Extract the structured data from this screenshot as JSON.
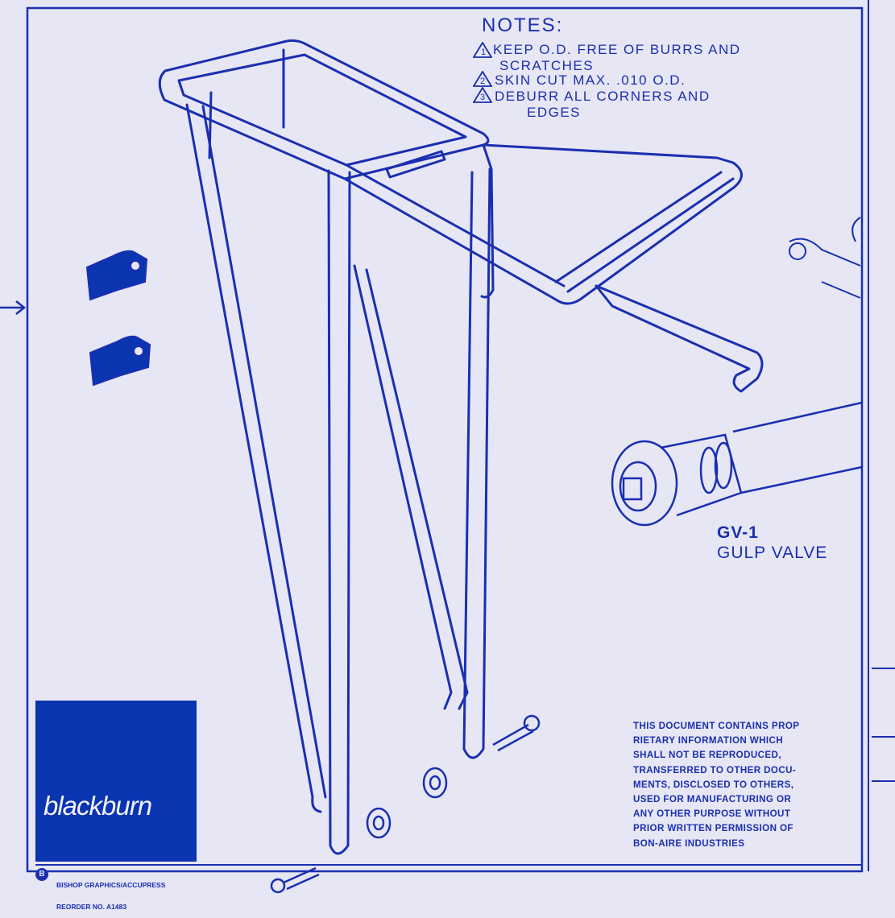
{
  "notes": {
    "title": "NOTES:",
    "items": [
      {
        "marker": "1",
        "lines": [
          "KEEP O.D. FREE OF BURRS AND",
          "SCRATCHES"
        ]
      },
      {
        "marker": "2",
        "lines": [
          "SKIN CUT MAX. .010 O.D."
        ]
      },
      {
        "marker": "3",
        "lines": [
          "DEBURR ALL CORNERS AND",
          "EDGES"
        ]
      }
    ]
  },
  "valve": {
    "code": "GV-1",
    "name": "GULP VALVE"
  },
  "legal": {
    "lines": [
      "THIS DOCUMENT CONTAINS PROP",
      "RIETARY INFORMATION WHICH",
      "SHALL NOT BE REPRODUCED,",
      "TRANSFERRED TO OTHER DOCU-",
      "MENTS, DISCLOSED TO OTHERS,",
      "USED FOR MANUFACTURING OR",
      "ANY OTHER PURPOSE WITHOUT",
      "PRIOR WRITTEN PERMISSION OF",
      "BON-AIRE INDUSTRIES"
    ]
  },
  "brand": {
    "logo_text": "blackburn",
    "logo_color": "#0a34b0"
  },
  "credit": {
    "lines": [
      "BISHOP GRAPHICS/ACCUPRESS",
      "REORDER NO. A1483"
    ]
  },
  "colors": {
    "ink": "#1a2fb0",
    "paper": "#e6e6f4"
  }
}
